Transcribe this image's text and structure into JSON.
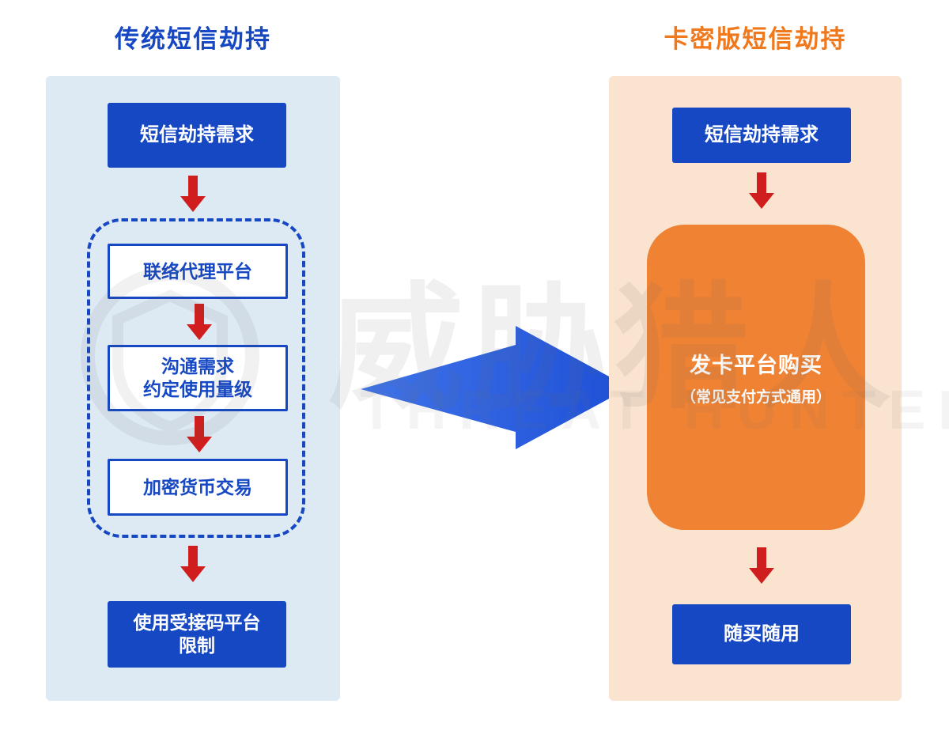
{
  "titles": {
    "left": "传统短信劫持",
    "right": "卡密版短信劫持"
  },
  "left_flow": {
    "start": "短信劫持需求",
    "steps": [
      "联络代理平台",
      "沟通需求\n约定使用量级",
      "加密货币交易"
    ],
    "end": "使用受接码平台\n限制"
  },
  "right_flow": {
    "start": "短信劫持需求",
    "main_title": "发卡平台购买",
    "main_subtitle": "（常见支付方式通用）",
    "end": "随买随用"
  },
  "watermark": {
    "cn": "威胁猎人",
    "en": "THREAT HUNTER"
  },
  "colors": {
    "blue": "#1648c4",
    "orange_title": "#f0791e",
    "orange_box": "#ef8233",
    "red_arrow": "#d01e1e",
    "left_panel_bg": "#dde9f3",
    "right_panel_bg": "#fae3cf",
    "big_arrow_blue": "#2e5fe0"
  }
}
